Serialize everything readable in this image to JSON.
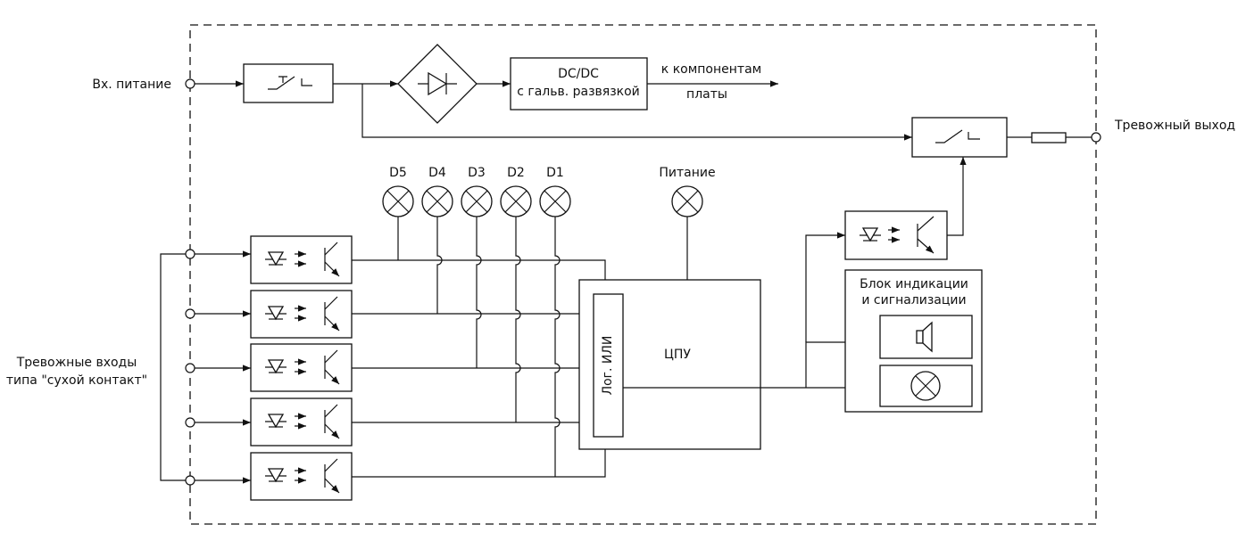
{
  "labels": {
    "power_input": "Вх. питание",
    "alarm_output": "Тревожный выход",
    "dcdc_line1": "DC/DC",
    "dcdc_line2": "с гальв. развязкой",
    "to_components_line1": "к компонентам",
    "to_components_line2": "платы",
    "power_indicator": "Питание",
    "alarm_inputs_line1": "Тревожные входы",
    "alarm_inputs_line2": "типа \"сухой контакт\"",
    "logic_or": "Лог. ИЛИ",
    "cpu": "ЦПУ",
    "indication_line1": "Блок индикации",
    "indication_line2": "и сигнализации"
  },
  "indicators": [
    "D5",
    "D4",
    "D3",
    "D2",
    "D1"
  ]
}
